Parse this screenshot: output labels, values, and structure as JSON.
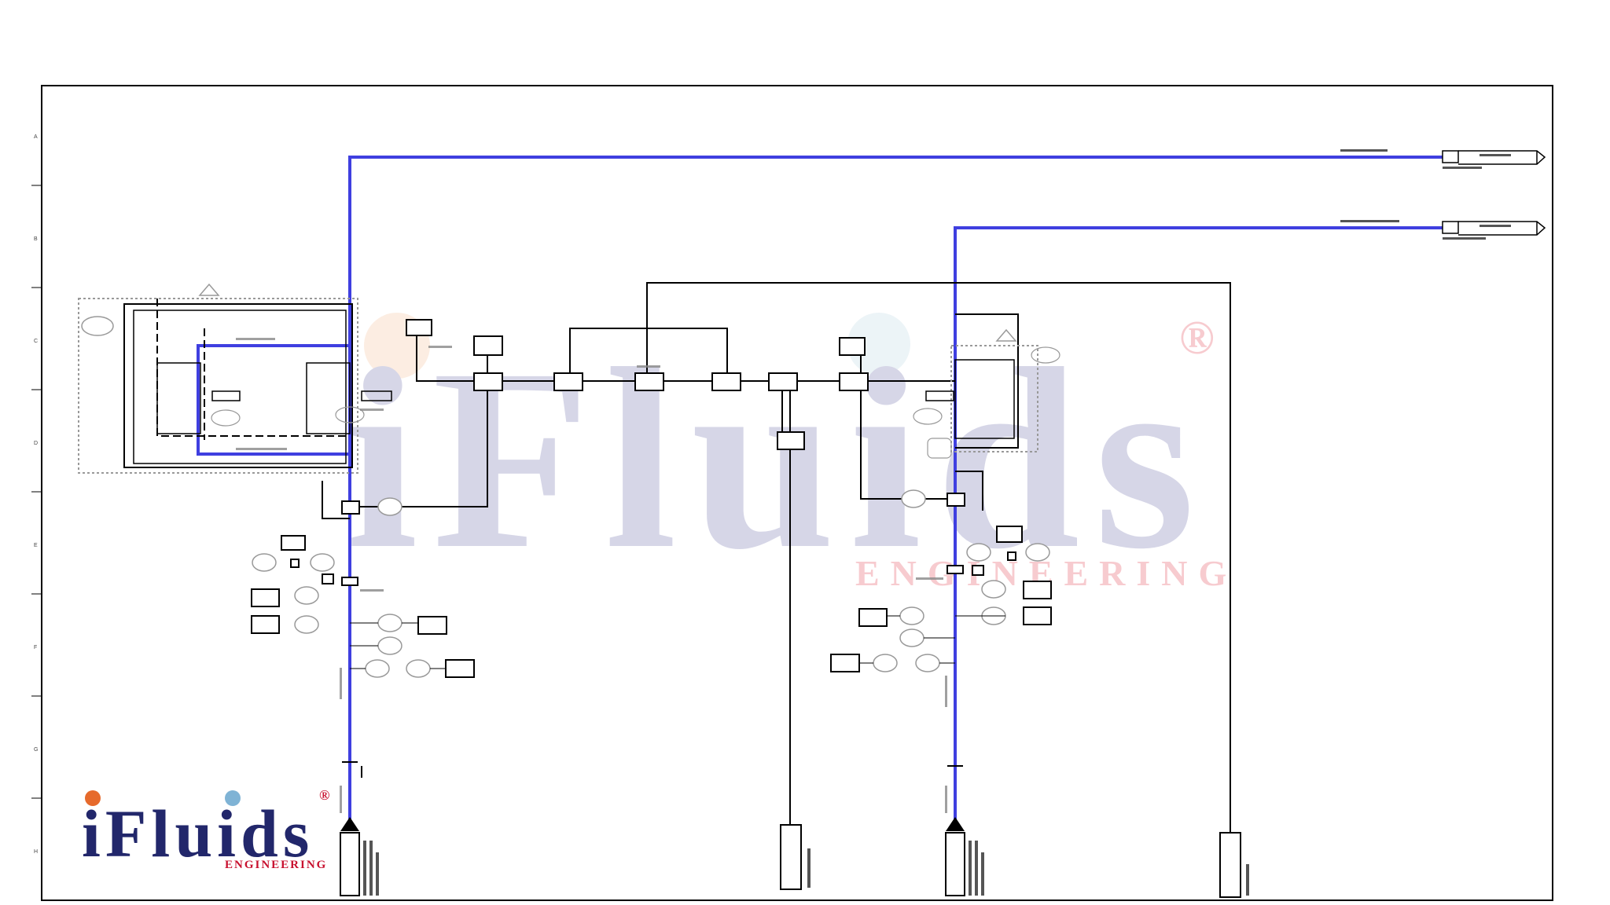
{
  "brand": {
    "logo_name": "iFluids",
    "logo_subtitle": "ENGINEERING",
    "watermark_name": "iFluids",
    "watermark_subtitle": "ENGINEERING",
    "registered_mark": "®"
  },
  "colors": {
    "process_line": "#3f3fe0",
    "signal_line": "#000000",
    "frame": "#000000",
    "logo_red": "#c8102e",
    "logo_navy": "#22276b",
    "watermark": "#b5b5d3",
    "watermark_accent": "#f0a0a8"
  },
  "diagram": {
    "type": "P&ID (piping and instrumentation diagram), low resolution",
    "row_markers": [
      "A",
      "B",
      "C",
      "D",
      "E",
      "F",
      "G",
      "H"
    ]
  }
}
